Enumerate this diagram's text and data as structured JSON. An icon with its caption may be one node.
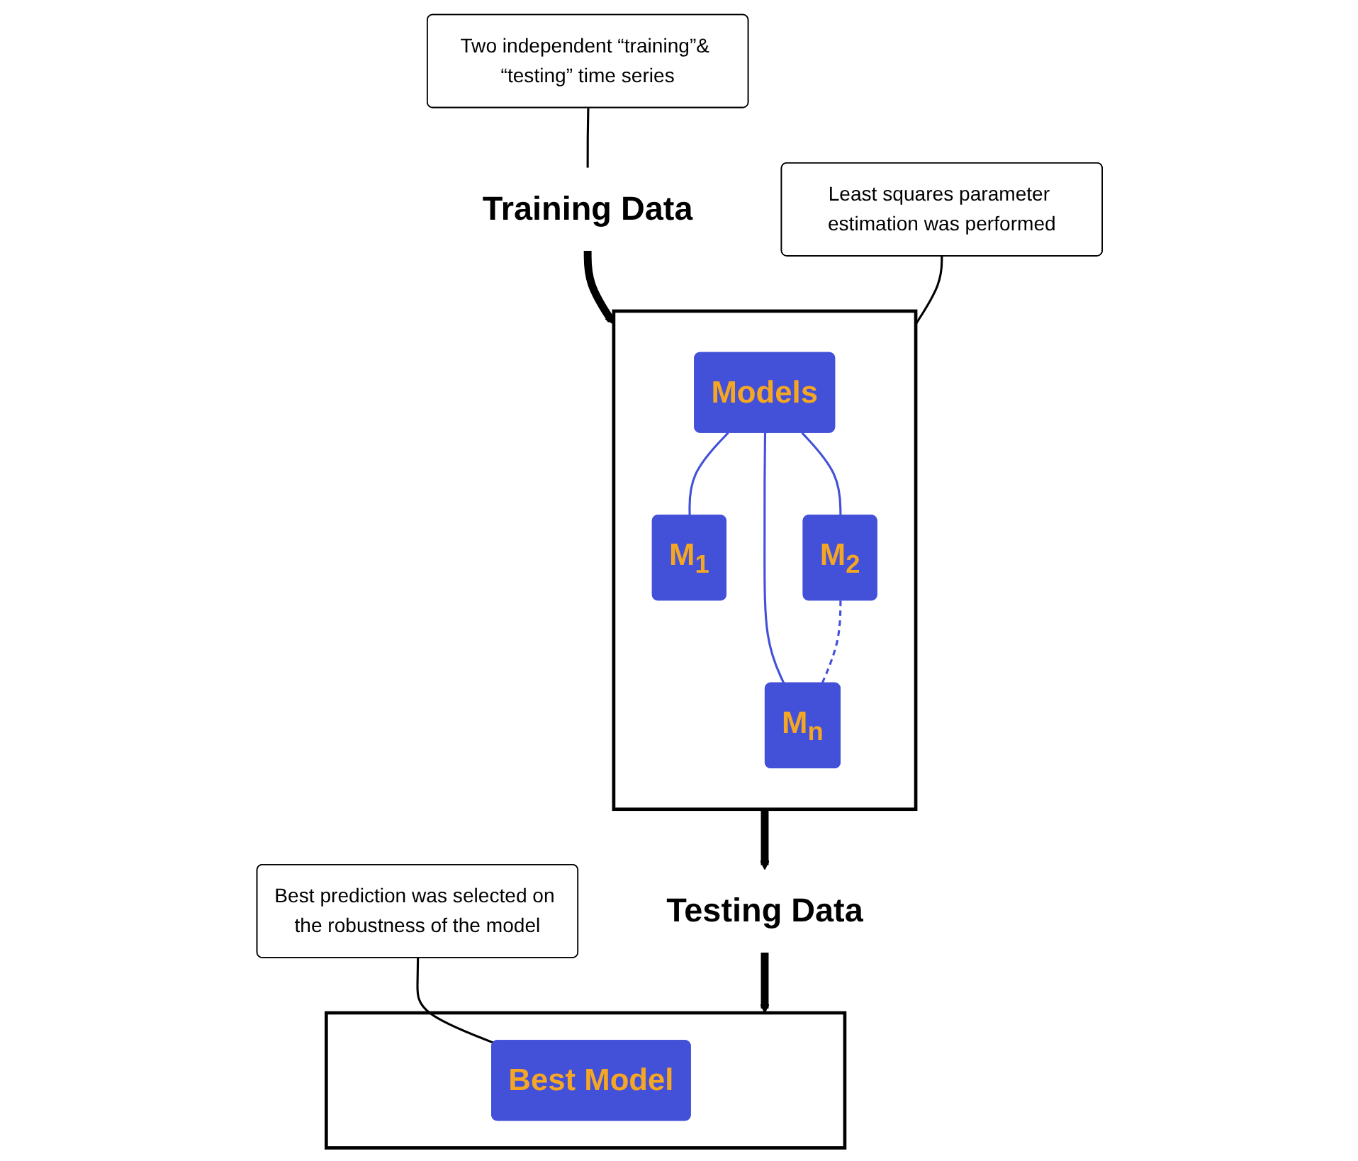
{
  "diagram": {
    "nodes": [
      {
        "text": [
          "Two independent “training”& “testing” time series"
        ]
      },
      {
        "text": [
          "Training Data"
        ]
      },
      {
        "text": [],
        "shape": "box"
      },
      {
        "text": [
          "Models"
        ],
        "in": 2
      },
      {
        "text": [
          "M$_{1}$"
        ],
        "in": 2
      },
      {
        "text": [
          "M$_{2}$"
        ],
        "in": 2
      },
      {
        "text": [
          "M$_{n}$"
        ],
        "in": 2
      },
      {
        "text": [
          "Least squares parameter estimation was performed"
        ]
      },
      {
        "text": [
          "Best prediction was selected on the robustness of the model"
        ]
      },
      {
        "text": [
          "Testing Data"
        ]
      },
      {
        "text": [],
        "shape": "box"
      },
      {
        "text": [
          "Best Model"
        ],
        "in": 10
      }
    ],
    "edges": [
      {
        "from": 0,
        "to": 1,
        "arrow": "none"
      },
      {
        "from": 1,
        "to": 2,
        "arrow": "to",
        "style": "thick"
      },
      {
        "from": 3,
        "to": 4,
        "arrow": "none",
        "color": "#4350d8"
      },
      {
        "from": 3,
        "to": 5,
        "arrow": "none",
        "color": "#4350d8"
      },
      {
        "from": 3,
        "to": 6,
        "arrow": "none",
        "color": "#4350d8"
      },
      {
        "from": 5,
        "to": 6,
        "arrow": "none",
        "style": "dashed",
        "color": "#4350d8"
      },
      {
        "from": 7,
        "to": 2,
        "arrow": "none"
      },
      {
        "from": 2,
        "to": 9,
        "arrow": "to",
        "style": "thick"
      },
      {
        "from": 8,
        "to": 11,
        "arrow": "none"
      },
      {
        "from": 9,
        "to": 10,
        "arrow": "to",
        "style": "thick"
      }
    ]
  }
}
